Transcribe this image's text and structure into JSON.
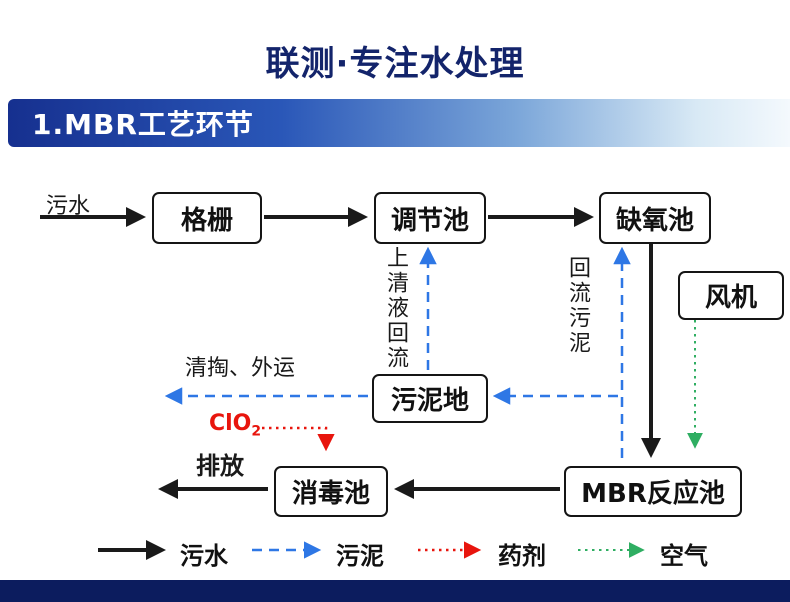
{
  "header": {
    "title": "联测·专注水处理",
    "section_title": "1.MBR工艺环节"
  },
  "colors": {
    "title_navy": "#13246b",
    "banner_blue": "#16308f",
    "footer_navy": "#0c1c5e",
    "sewage_black": "#1a1a1a",
    "sludge_blue": "#2e77e5",
    "chemical_red": "#e8150d",
    "air_green": "#2fae62"
  },
  "nodes": {
    "grid": "格栅",
    "regulating_tank": "调节池",
    "anoxic_tank": "缺氧池",
    "fan": "风机",
    "sludge_tank": "污泥地",
    "disinfection_tank": "消毒池",
    "mbr_tank": "MBR反应池"
  },
  "flow_labels": {
    "sewage_in": "污水",
    "supernatant_return": "上清液回流",
    "return_sludge": "回流污泥",
    "clean_out": "清掏、外运",
    "clo2_main": "ClO",
    "clo2_sub": "2",
    "discharge": "排放"
  },
  "legend": {
    "items": [
      {
        "type": "sewage",
        "label": "污水"
      },
      {
        "type": "sludge",
        "label": "污泥"
      },
      {
        "type": "chemical",
        "label": "药剂"
      },
      {
        "type": "air",
        "label": "空气"
      }
    ]
  }
}
